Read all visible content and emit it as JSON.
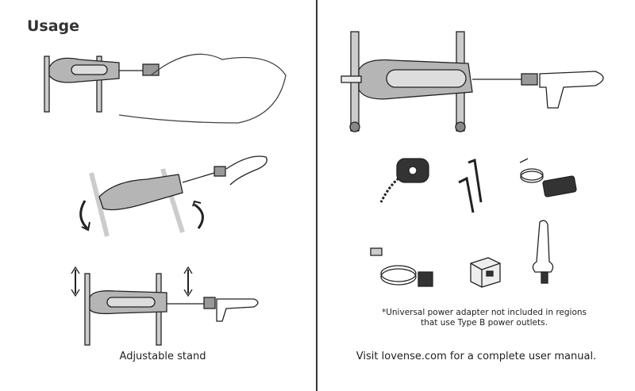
{
  "left": {
    "title": "Usage",
    "caption": "Adjustable stand"
  },
  "right": {
    "note_line1": "*Universal power adapter not included in regions",
    "note_line2": "that use Type B power outlets.",
    "caption": "Visit lovense.com for a complete user manual."
  },
  "colors": {
    "machine": "#b5b5b5",
    "line": "#222222"
  }
}
